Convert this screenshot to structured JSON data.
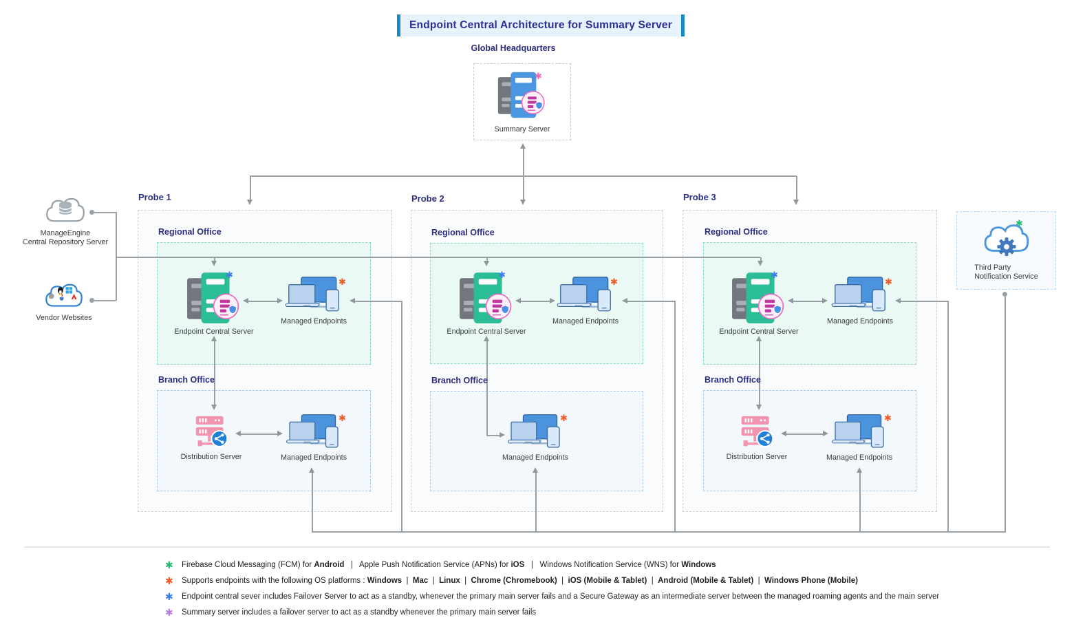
{
  "header": {
    "title": "Endpoint Central Architecture for Summary Server"
  },
  "colors": {
    "title_text": "#2c3093",
    "title_bars": "#1b89c8",
    "title_bg": "#e7f3fb",
    "section_label": "#2b2d7d",
    "connector_line": "#98a0a6",
    "regional_zone_border": "#83d9c6",
    "regional_zone_bg": "#ebf9f5",
    "branch_zone_border": "#a9c8e6",
    "branch_zone_bg": "#f3f8fd",
    "server_teal": "#2abd96",
    "server_blue": "#4b96e0",
    "distribution_pink": "#f294b0",
    "badge_pink": "#e36cc0",
    "note_green": "#21ba6e",
    "note_orange": "#f15a24",
    "note_blue": "#3b7ff2",
    "note_purple": "#b97fdb",
    "note_pink": "#e86db8"
  },
  "icons": {
    "asterisk": "✱"
  },
  "global_hq": {
    "label": "Global Headquarters",
    "server_label": "Summary Server"
  },
  "left_nodes": {
    "repository": {
      "line1": "ManageEngine",
      "line2": "Central Repository Server"
    },
    "vendor": {
      "label": "Vendor Websites"
    }
  },
  "third_party": {
    "line1": "Third Party",
    "line2": "Notification Service"
  },
  "probes": [
    {
      "name": "Probe 1",
      "regional": {
        "label": "Regional Office",
        "server": "Endpoint Central Server",
        "endpoints": "Managed Endpoints"
      },
      "branch": {
        "label": "Branch Office",
        "server": "Distribution Server",
        "endpoints": "Managed Endpoints"
      }
    },
    {
      "name": "Probe 2",
      "regional": {
        "label": "Regional Office",
        "server": "Endpoint Central Server",
        "endpoints": "Managed Endpoints"
      },
      "branch": {
        "label": "Branch Office",
        "endpoints": "Managed Endpoints"
      }
    },
    {
      "name": "Probe 3",
      "regional": {
        "label": "Regional Office",
        "server": "Endpoint Central Server",
        "endpoints": "Managed Endpoints"
      },
      "branch": {
        "label": "Branch Office",
        "server": "Distribution Server",
        "endpoints": "Managed Endpoints"
      }
    }
  ],
  "legend": {
    "rows": [
      {
        "marker_color": "#21ba6e",
        "segments": [
          {
            "text": "Firebase Cloud Messaging (FCM) for ",
            "bold": false
          },
          {
            "text": "Android",
            "bold": true
          },
          {
            "text": "   |   Apple Push Notification Service (APNs) for ",
            "bold": false
          },
          {
            "text": "iOS",
            "bold": true
          },
          {
            "text": "   |   Windows Notification Service (WNS) for ",
            "bold": false
          },
          {
            "text": "Windows",
            "bold": true
          }
        ]
      },
      {
        "marker_color": "#f15a24",
        "segments": [
          {
            "text": "Supports endpoints with the following OS platforms : ",
            "bold": false
          },
          {
            "text": "Windows",
            "bold": true
          },
          {
            "text": "  |  ",
            "bold": false
          },
          {
            "text": "Mac",
            "bold": true
          },
          {
            "text": "  |  ",
            "bold": false
          },
          {
            "text": "Linux",
            "bold": true
          },
          {
            "text": "  |  ",
            "bold": false
          },
          {
            "text": "Chrome (Chromebook)",
            "bold": true
          },
          {
            "text": "  |  ",
            "bold": false
          },
          {
            "text": "iOS (Mobile & Tablet)",
            "bold": true
          },
          {
            "text": "  |  ",
            "bold": false
          },
          {
            "text": "Android (Mobile & Tablet)",
            "bold": true
          },
          {
            "text": "  |  ",
            "bold": false
          },
          {
            "text": "Windows Phone (Mobile)",
            "bold": true
          }
        ]
      },
      {
        "marker_color": "#3b7ff2",
        "segments": [
          {
            "text": "Endpoint central sever includes Failover Server to act as a standby, whenever the primary main server fails and a Secure Gateway as an intermediate server between the managed roaming agents and the main server",
            "bold": false
          }
        ]
      },
      {
        "marker_color": "#b97fdb",
        "segments": [
          {
            "text": "Summary server includes a failover server to act as a standby whenever the primary main server fails",
            "bold": false
          }
        ]
      }
    ]
  }
}
